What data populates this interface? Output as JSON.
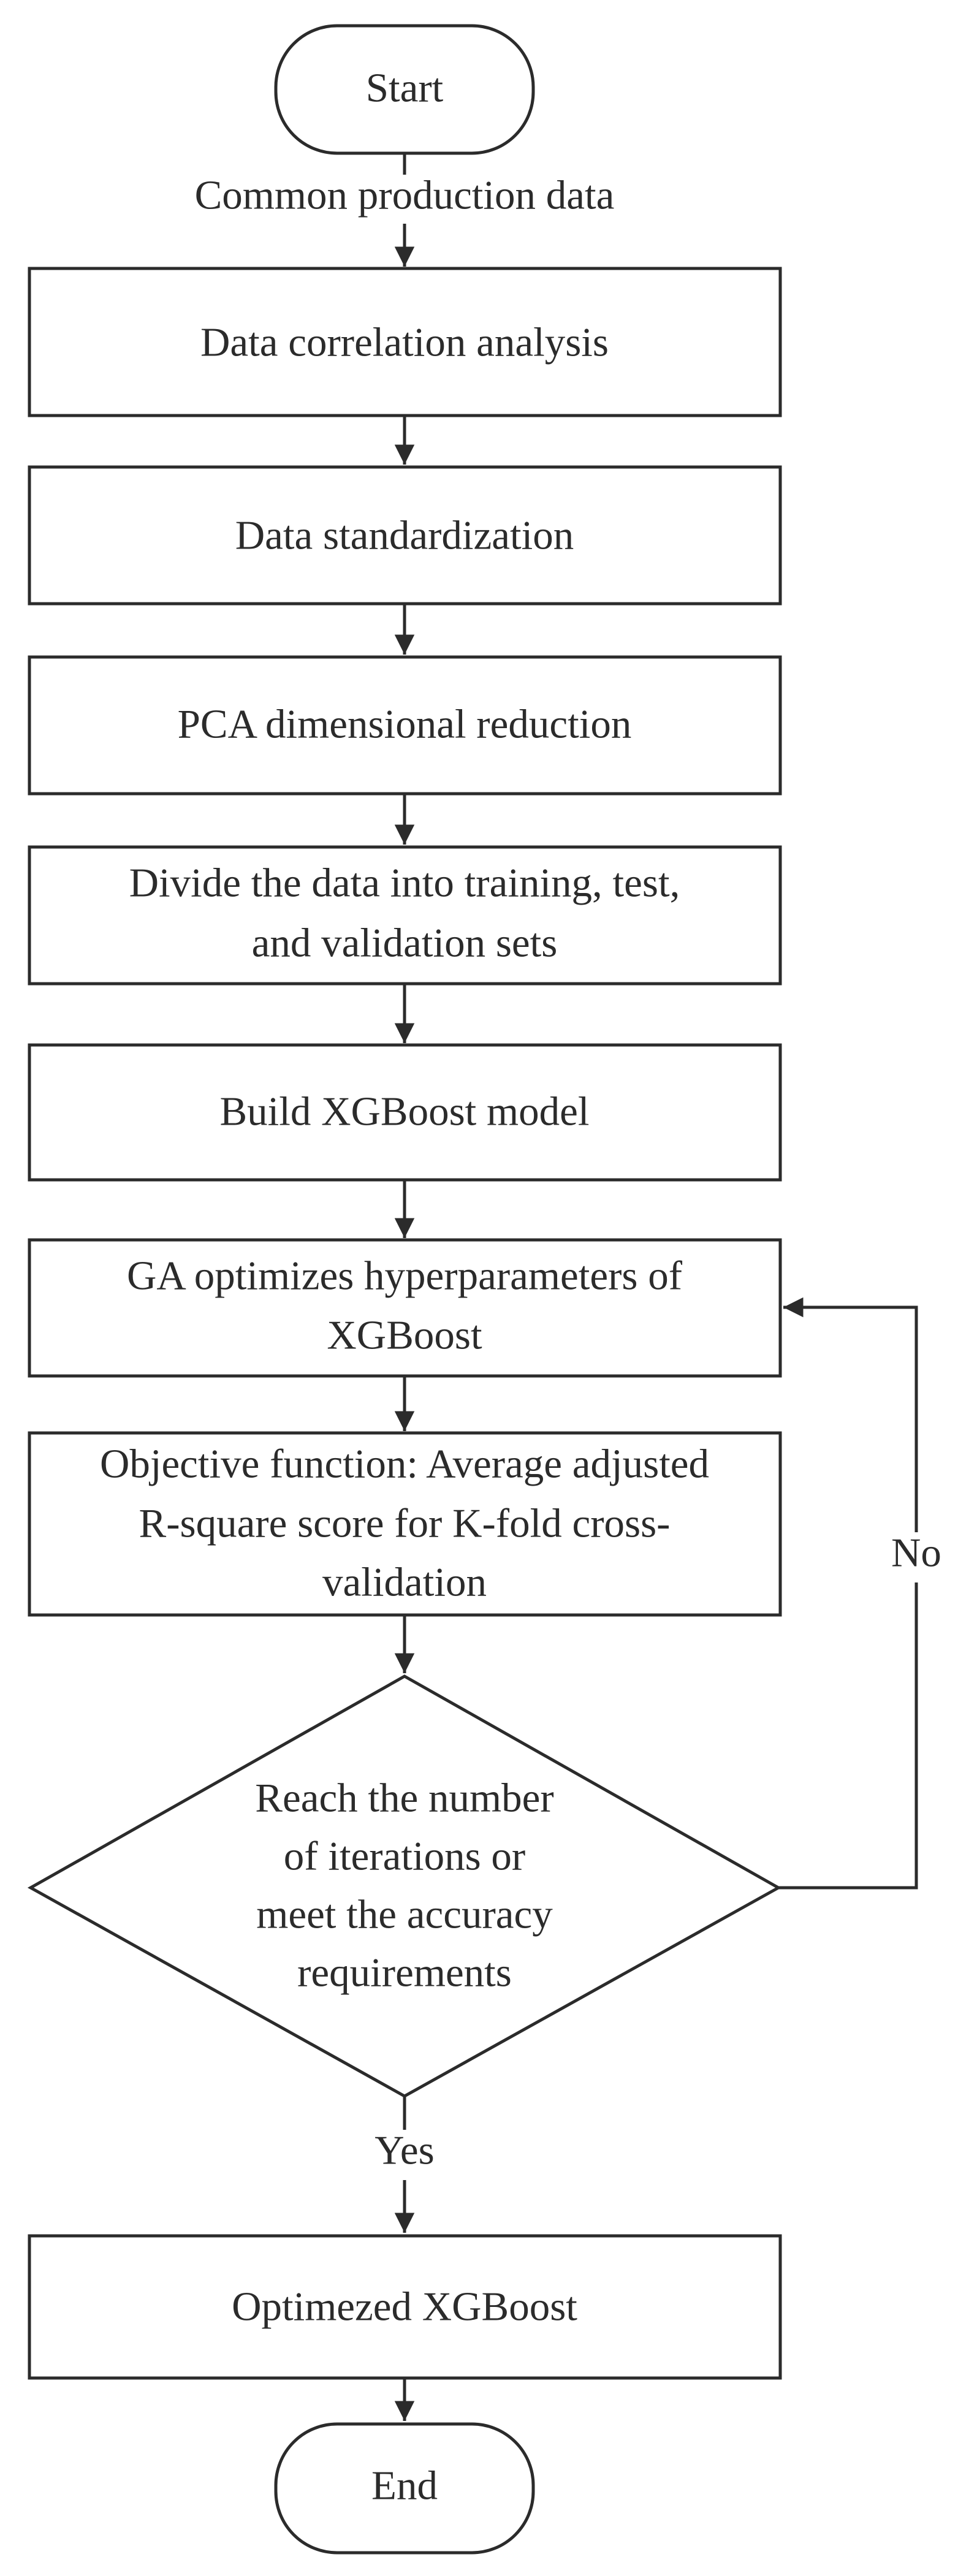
{
  "nodes": {
    "start": {
      "type": "terminal",
      "label": "Start"
    },
    "correlation": {
      "type": "process",
      "label": "Data correlation analysis"
    },
    "standardization": {
      "type": "process",
      "label": "Data standardization"
    },
    "pca": {
      "type": "process",
      "label": "PCA dimensional reduction"
    },
    "divide": {
      "type": "process",
      "lines": [
        "Divide the data into training, test,",
        "and validation sets"
      ]
    },
    "build": {
      "type": "process",
      "label": "Build XGBoost model"
    },
    "ga": {
      "type": "process",
      "lines": [
        "GA optimizes hyperparameters of",
        "XGBoost"
      ]
    },
    "objective": {
      "type": "process",
      "lines": [
        "Objective function: Average adjusted",
        "R-square score for K-fold cross-",
        "validation"
      ]
    },
    "decision": {
      "type": "decision",
      "lines": [
        "Reach the number",
        "of iterations or",
        "meet the accuracy",
        "requirements"
      ]
    },
    "optimized": {
      "type": "process",
      "label": "Optimezed XGBoost"
    },
    "end": {
      "type": "terminal",
      "label": "End"
    }
  },
  "edges": {
    "start_to_correlation": {
      "label": "Common production data"
    },
    "decision_no": {
      "label": "No"
    },
    "decision_yes": {
      "label": "Yes"
    }
  },
  "colors": {
    "stroke": "#2b2b2b",
    "fill": "#ffffff",
    "text": "#2b2b2b"
  }
}
